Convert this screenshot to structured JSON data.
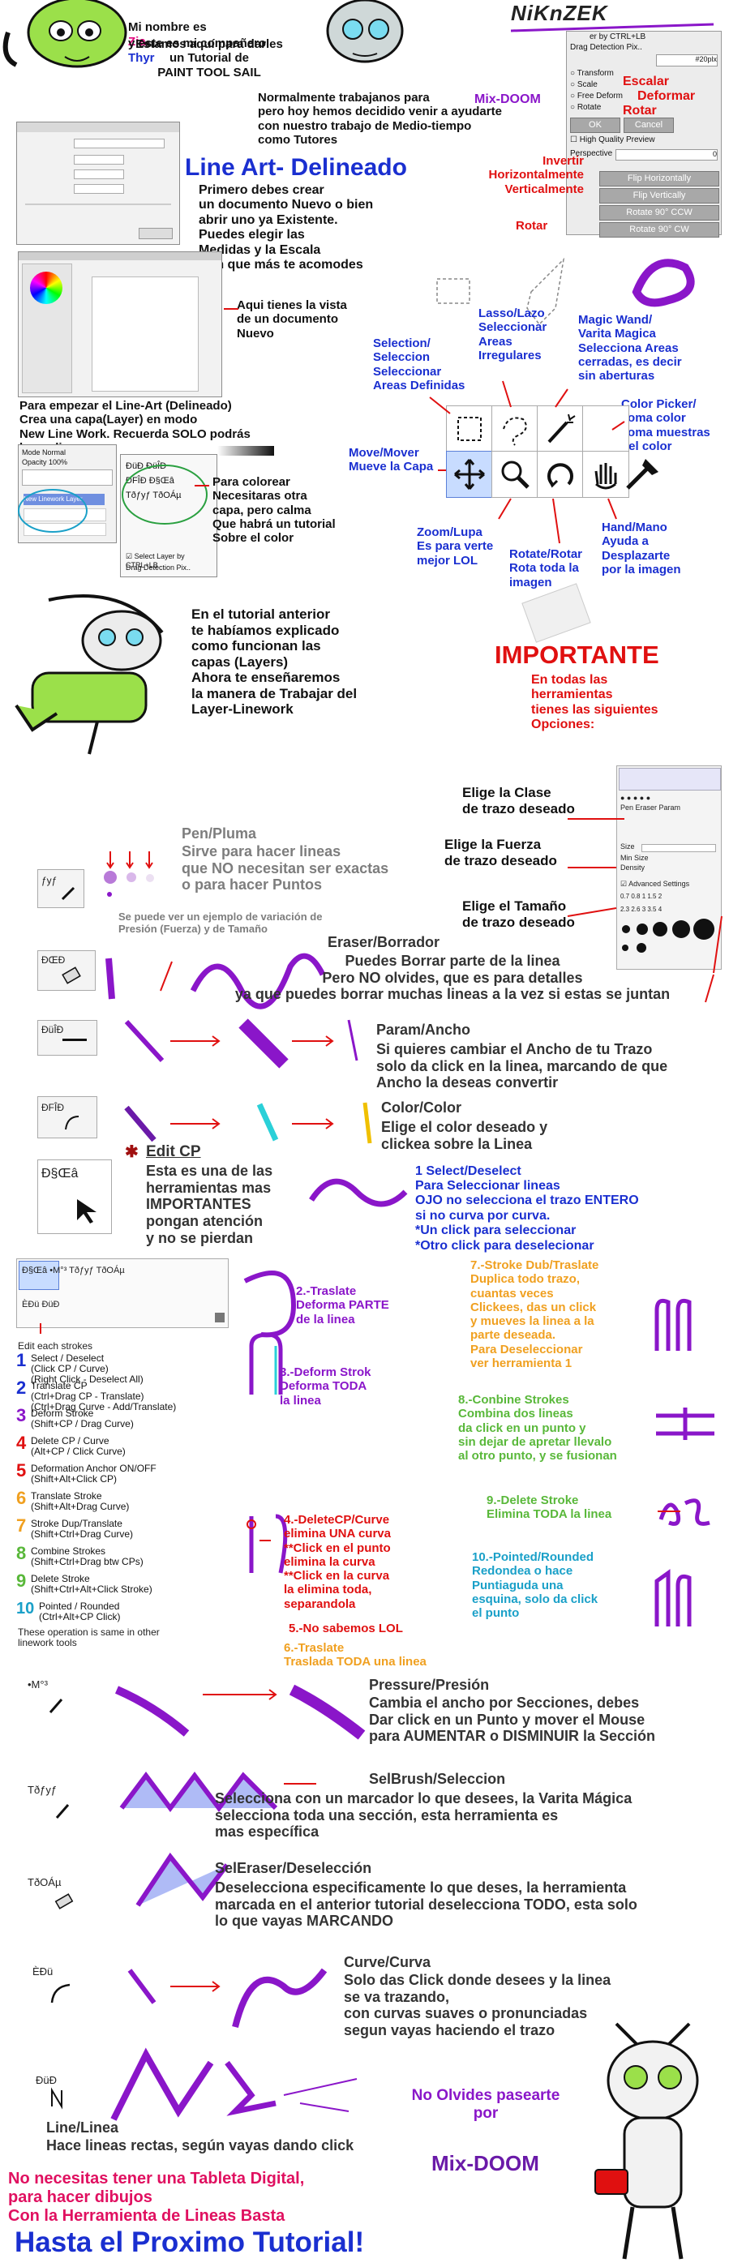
{
  "intro": {
    "line1_prefix": "Mi nombre es",
    "name_zia": "Zia",
    "line2_prefix": "y este es mi compañero",
    "name_thyr": "Thyr",
    "line3": "Estamos aquí para darles\nun Tutorial de\nPAINT TOOL SAIL"
  },
  "header_logo": "NiKnZEK",
  "drag_panel": {
    "title_tail": "er by CTRL+LB",
    "field": "Drag Detection Pix..",
    "field_value": "#20plx",
    "opt_transform": "Transform",
    "opt_scale": "Scale",
    "opt_free": "Free Deform",
    "opt_rotate": "Rotate",
    "ok": "OK",
    "cancel": "Cancel",
    "hq": "High Quality Preview",
    "perspective": "Perspective",
    "perspective_val": "0",
    "flip_h": "Flip Horizontally",
    "flip_v": "Flip Vertically",
    "rot_ccw": "Rotate 90° CCW",
    "rot_cw": "Rotate 90° CW"
  },
  "transform_labels": {
    "escalar": "Escalar",
    "deformar": "Deformar",
    "rotar": "Rotar",
    "invertir": "Invertir\nHorizontalmente\nVerticalmente",
    "rotar2": "Rotar"
  },
  "mixdoom_top": "Mix-DOOM",
  "normal_text": "Normalmente trabajanos para\npero hoy hemos decidido venir a ayudarte\ncon nuestro trabajo de Medio-tiempo\ncomo Tutores",
  "lineart_title": "Line Art- Delineado",
  "lineart_text": "Primero debes crear\nun documento Nuevo o bien\nabrir uno ya Existente.\nPuedes elegir las\nMedidas y la Escala\nCon que más te acomodes",
  "vista_text": "Aqui tienes la vista\nde un documento\nNuevo",
  "empezar_text": "Para empezar el Line-Art (Delineado)\nCrea una capa(Layer) en modo\nNew Line Work. Recuerda SOLO podrás\n                                          hacer lineas",
  "colorear_text": "Para colorear\nNecesitaras otra\ncapa, pero calma\nQue habrá un tutorial\nSobre el color",
  "tools": {
    "selection": "Selection/\nSeleccion\nSeleccionar\nAreas Definidas",
    "lasso": "Lasso/Lazo\nSeleccionar\nAreas\nIrregulares",
    "wand": "Magic Wand/\nVarita Magica\nSelecciona Areas\ncerradas, es decir\nsin aberturas",
    "picker": "Color Picker/\nToma color\nToma muestras\ndel color",
    "move": "Move/Mover\nMueve la Capa",
    "zoom": "Zoom/Lupa\nEs para verte\nmejor LOL",
    "rotate": "Rotate/Rotar\nRota toda la\nimagen",
    "hand": "Hand/Mano\nAyuda a\nDesplazarte\npor la imagen"
  },
  "tutorial_anterior": "En el tutorial anterior\nte habíamos explicado\ncomo funcionan las\ncapas (Layers)\nAhora te enseñaremos\nla manera de Trabajar del\nLayer-Linework",
  "importante": {
    "title": "IMPORTANTE",
    "text": "En todas las\nherramientas\ntienes las siguientes\nOpciones:"
  },
  "options": {
    "clase": "Elige la Clase\nde trazo deseado",
    "fuerza": "Elige la Fuerza\nde trazo deseado",
    "tamano": "Elige el Tamaño\nde trazo deseado"
  },
  "pen": {
    "title": "Pen/Pluma",
    "text": "Sirve para hacer lineas\nque NO necesitan ser exactas\no para hacer Puntos",
    "note": "Se puede ver un ejemplo de variación de\nPresión (Fuerza) y de Tamaño"
  },
  "eraser": {
    "title": "Eraser/Borrador",
    "text": "Puedes Borrar parte de la linea\nPero NO olvides, que es para detalles\nya que puedes borrar muchas lineas a la vez si estas se juntan"
  },
  "param": {
    "title": "Param/Ancho",
    "text": "Si quieres cambiar el Ancho de tu Trazo\nsolo da click en la linea, marcando de que\nAncho la deseas convertir"
  },
  "color": {
    "title": "Color/Color",
    "text": "Elige el color deseado y\nclickea sobre la Linea"
  },
  "editcp": {
    "title": "Edit CP",
    "text": "Esta es una de las\nherramientas mas\nIMPORTANTES\npongan atención\ny no se pierdan"
  },
  "select": {
    "title": "1 Select/Deselect",
    "text": "Para Seleccionar lineas\nOJO no selecciona el trazo ENTERO\nsi no curva por curva.\n*Un click para seleccionar\n*Otro click para deselecionar"
  },
  "traslate": "2.-Traslate\nDeforma PARTE\nde la linea",
  "deform_strok": "3.-Deform Strok\nDeforma TODA\nla linea",
  "deletecp": "4.-DeleteCP/Curve\nelimina UNA curva\n**Click en el punto\nelimina la curva\n**Click en la curva\nla elimina toda,\nseparandola",
  "no_sabemos": "5.-No sabemos LOL",
  "traslate6": "6.-Traslate\nTraslada TODA una linea",
  "stroke_dub": "7.-Stroke Dub/Traslate\nDuplica todo trazo,\ncuantas veces\nClickees, das un click\ny mueves la linea a la\nparte deseada.\nPara Deseleccionar\nver herramienta 1",
  "combine": "8.-Conbine Strokes\nCombina dos lineas\nda click en un punto y\nsin dejar de apretar llevalo\nal otro punto, y se fusionan",
  "delete_stroke": "9.-Delete Stroke\nElimina TODA la linea",
  "pointed": "10.-Pointed/Rounded\nRedondea o hace\nPuntiaguda una\nesquina, solo da click\nel punto",
  "editlist": {
    "header": "Edit each strokes",
    "items": [
      "Select / Deselect\n(Click CP / Curve)\n(Right Click - Deselect All)",
      "Translate CP\n(Ctrl+Drag CP - Translate)\n(Ctrl+Drag Curve - Add/Translate)",
      "Deform Stroke\n(Shift+CP / Drag Curve)",
      "Delete CP / Curve\n(Alt+CP / Click Curve)",
      "Deformation Anchor ON/OFF\n(Shift+Alt+Click CP)",
      "Translate Stroke\n(Shift+Alt+Drag Curve)",
      "Stroke Dup/Translate\n(Shift+Ctrl+Drag Curve)",
      "Combine Strokes\n(Shift+Ctrl+Drag btw CPs)",
      "Delete Stroke\n(Shift+Ctrl+Alt+Click Stroke)",
      "Pointed / Rounded\n(Ctrl+Alt+CP Click)"
    ],
    "numbers": [
      "1",
      "2",
      "3",
      "4",
      "5",
      "6",
      "7",
      "8",
      "9",
      "10"
    ],
    "footer": "These operation is same in other\nlinework tools"
  },
  "pressure": {
    "title": "Pressure/Presión",
    "text": "Cambia el ancho por Secciones, debes\nDar click en un Punto y mover el Mouse\npara AUMENTAR o DISMINUIR la Sección"
  },
  "selbrush": {
    "title": "SelBrush/Seleccion",
    "text": "Selecciona con un marcador lo que desees, la Varita Mágica\nselecciona toda una sección, esta herramienta es\nmas específica"
  },
  "seleraser": {
    "title": "SelEraser/Deselección",
    "text": "Deselecciona especificamente lo que deses, la herramienta\nmarcada en el anterior tutorial deselecciona TODO, esta solo\nlo que vayas MARCANDO"
  },
  "curve": {
    "title": "Curve/Curva",
    "text": "Solo das Click donde desees y la linea\nse va trazando,\ncon curvas suaves o pronunciadas\nsegun vayas haciendo el trazo"
  },
  "line": {
    "title": "Line/Linea",
    "text": "Hace lineas rectas, según vayas dando click"
  },
  "no_olvides": "No Olvides pasearte\npor",
  "mixdoom_bottom": "Mix-DOOM",
  "tableta": "No necesitas tener una Tableta Digital,\n para hacer dibujos\nCon la Herramienta de Lineas Basta",
  "hasta": "Hasta el Proximo Tutorial!",
  "tool_icon_labels": {
    "pen": "ƒyƒ",
    "eraser": "ÐŒÐ",
    "param": "ÐüÎÐ",
    "color": "ÐFÎÐ",
    "editcp": "Ð§Œâ",
    "pressure": "•M°³",
    "selbrush": "Tðƒyƒ",
    "seleraser": "TðOÁµ",
    "curve": "ÈÐü",
    "line": "ÐüÐ"
  },
  "colors": {
    "purple": "#8a16c9",
    "red": "#e01010",
    "blue": "#1a2fd0",
    "pink": "#e0007a",
    "stroke": "#6a1aa8"
  }
}
